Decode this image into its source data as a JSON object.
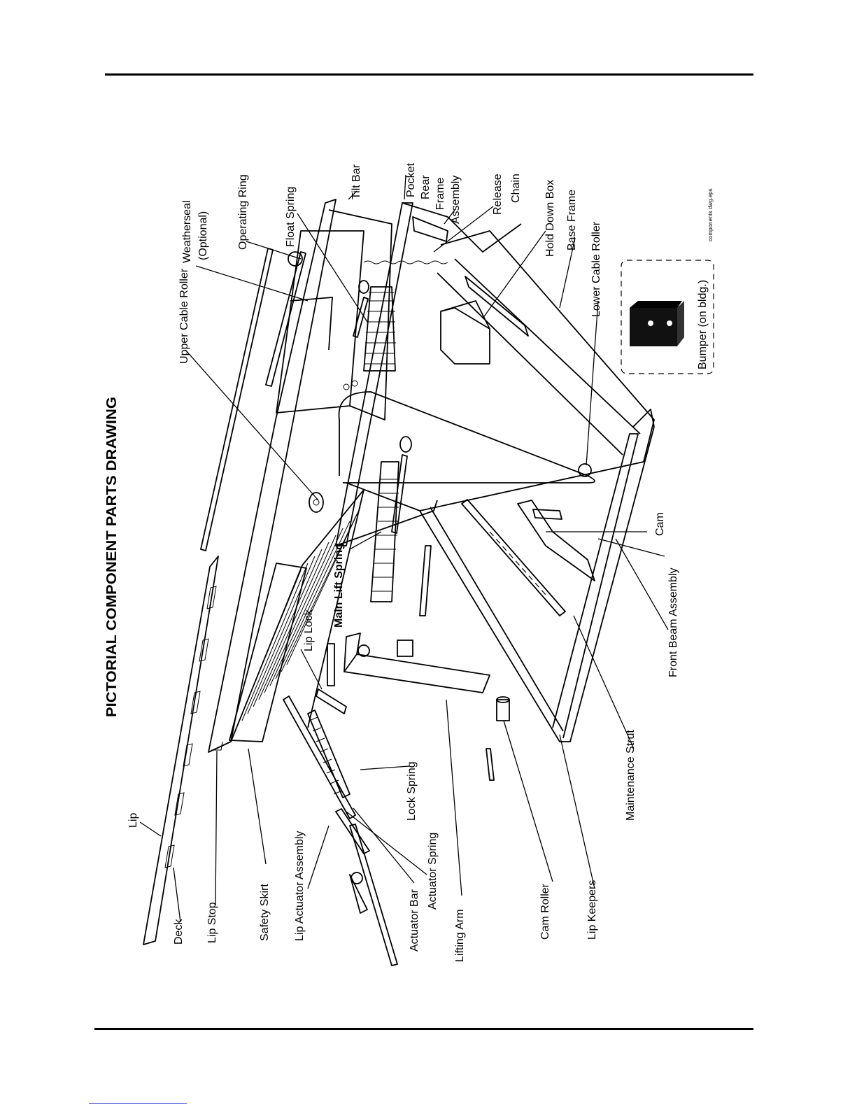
{
  "title": "PICTORIAL COMPONENT PARTS DRAWING",
  "file_note": "components dwg.eps",
  "labels": {
    "lip": "Lip",
    "deck": "Deck",
    "lip_stop": "Lip Stop",
    "safety_skirt": "Safety Skirt",
    "lip_actuator_assembly": "Lip Actuator Assembly",
    "actuator_bar": "Actuator Bar",
    "actuator_spring": "Actuator Spring",
    "lifting_arm": "Lifting Arm",
    "cam_roller": "Cam Roller",
    "lip_keepers": "Lip Keepers",
    "lock_spring": "Lock Spring",
    "lip_lock": "Lip Lock",
    "main_lift_spring": "Main Lift Spring",
    "maintenance_strut": "Maintenance Strut",
    "front_beam_assembly": "Front Beam Assembly",
    "cam": "Cam",
    "upper_cable_roller": "Upper Cable Roller",
    "weatherseal": "Weatherseal",
    "weatherseal_note": "(Optional)",
    "operating_ring": "Operating Ring",
    "float_spring": "Float Spring",
    "tilt_bar": "Tilt Bar",
    "pocket": "Pocket",
    "rear": "Rear",
    "frame": "Frame",
    "assembly": "Assembly",
    "release": "Release",
    "chain": "Chain",
    "hold_down_box": "Hold Down Box",
    "base_frame": "Base Frame",
    "lower_cable_roller": "Lower Cable Roller",
    "bumper": "Bumper (on bldg.)"
  }
}
